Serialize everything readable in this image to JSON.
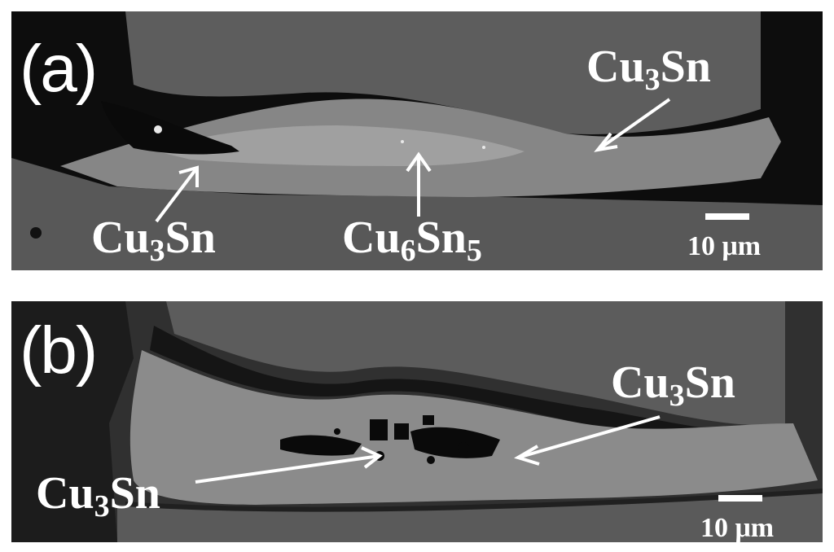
{
  "panel_a": {
    "label": "(a)",
    "labels": {
      "top_right": {
        "base1": "Cu",
        "sub1": "3",
        "base2": "Sn",
        "sub2": ""
      },
      "bottom_left": {
        "base1": "Cu",
        "sub1": "3",
        "base2": "Sn",
        "sub2": ""
      },
      "bottom_center": {
        "base1": "Cu",
        "sub1": "6",
        "base2": "Sn",
        "sub2": "5"
      }
    },
    "scale": "10 μm"
  },
  "panel_b": {
    "label": "(b)",
    "labels": {
      "top_right": {
        "base1": "Cu",
        "sub1": "3",
        "base2": "Sn",
        "sub2": ""
      },
      "bottom_left": {
        "base1": "Cu",
        "sub1": "3",
        "base2": "Sn",
        "sub2": ""
      }
    },
    "scale": "10 μm"
  },
  "colors": {
    "copper": "#5c5c5c",
    "cu3sn": "#8a8a8a",
    "cu6sn5": "#a2a2a2",
    "void": "#0a0a0a",
    "annotation": "#ffffff"
  }
}
